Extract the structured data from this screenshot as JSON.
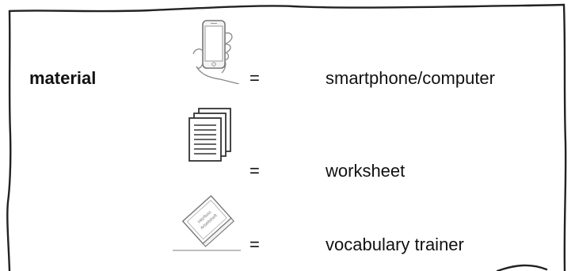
{
  "heading": "material",
  "rows": [
    {
      "icon": "smartphone-in-hand-icon",
      "equals": "=",
      "label": "smartphone/computer"
    },
    {
      "icon": "worksheet-stack-icon",
      "equals": "=",
      "label": "worksheet"
    },
    {
      "icon": "vocabulary-card-box-icon",
      "equals": "=",
      "label": "vocabulary trainer",
      "icon_text": "Hitzfluss Arbeitsheft"
    }
  ],
  "colors": {
    "line": "#222222",
    "icon_stroke": "#555555",
    "background": "#ffffff"
  }
}
